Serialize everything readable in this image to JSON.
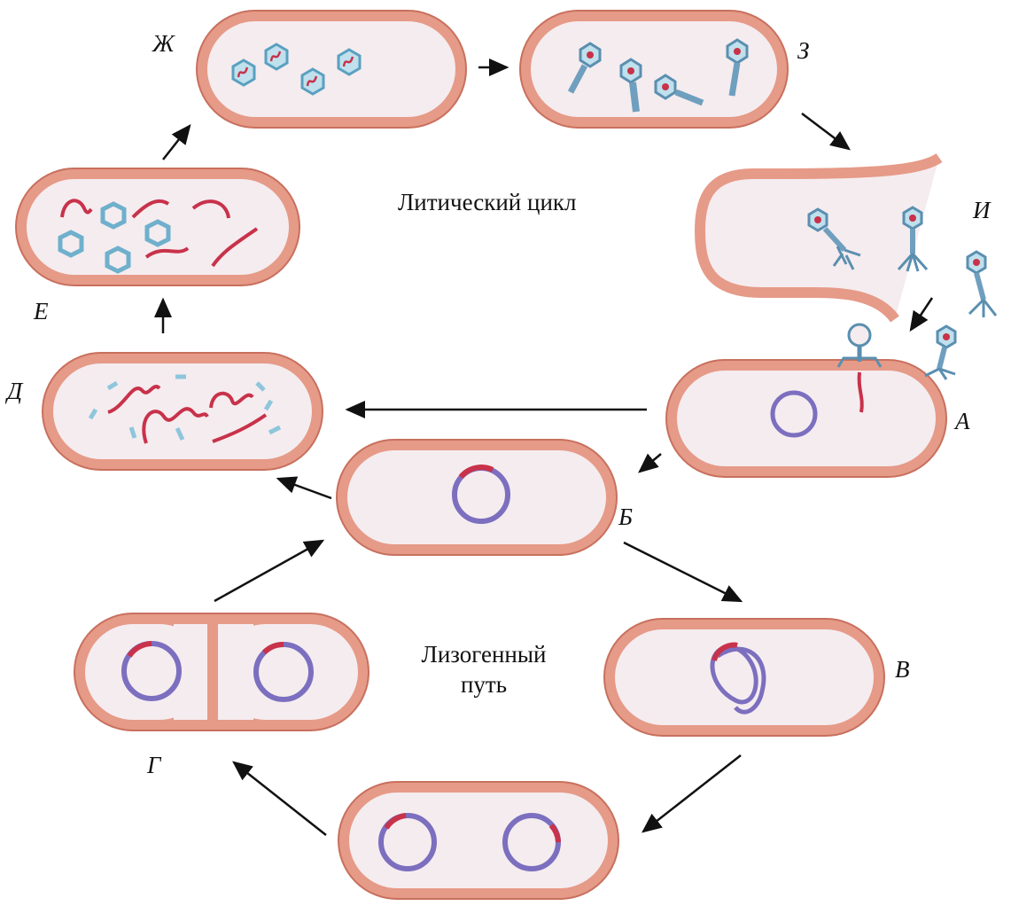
{
  "titles": {
    "lytic": "Литический цикл",
    "lysogenic_line1": "Лизогенный",
    "lysogenic_line2": "путь"
  },
  "stage_labels": {
    "A": "А",
    "B": "Б",
    "V": "В",
    "G": "Г",
    "D": "Д",
    "E": "Е",
    "ZH": "Ж",
    "Z": "З",
    "I": "И"
  },
  "colors": {
    "cell_wall": "#e69a88",
    "cell_wall_edge": "#c8705e",
    "cytoplasm": "#f5ecef",
    "host_dna": "#7c6fbf",
    "phage_dna": "#c8324a",
    "phage_protein": "#6fb0cc",
    "arrow": "#111111"
  }
}
